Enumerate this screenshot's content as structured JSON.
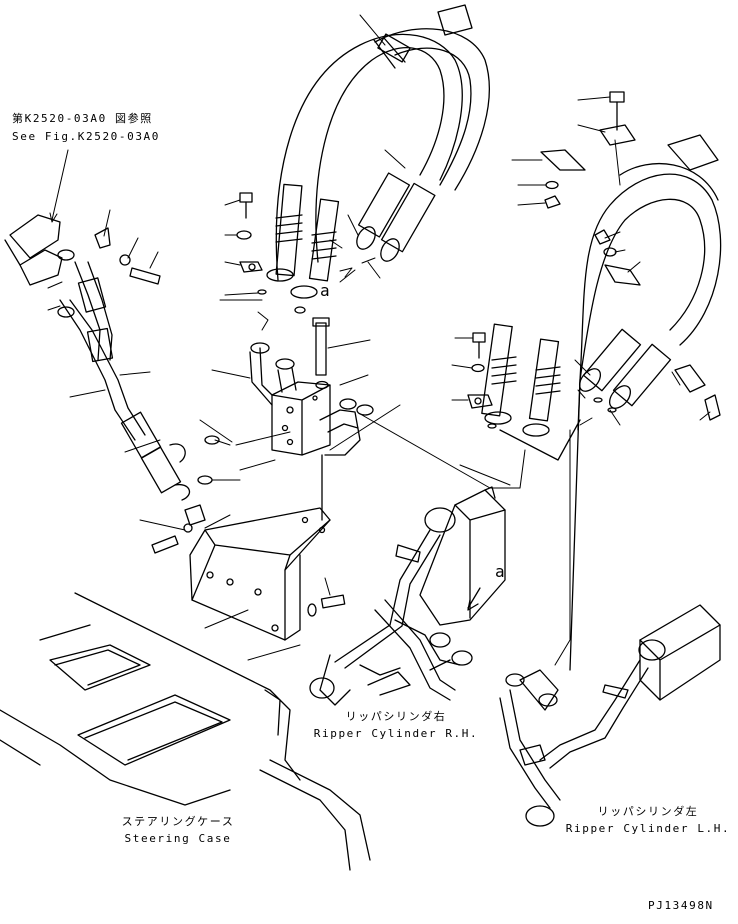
{
  "labels": {
    "reference_jp": "第K2520-03A0 図参照",
    "reference_en": "See Fig.K2520-03A0",
    "marker_top": "a",
    "marker_cyl": "a",
    "ripper_rh_jp": "リッパシリンダ右",
    "ripper_rh_en": "Ripper Cylinder R.H.",
    "ripper_lh_jp": "リッパシリンダ左",
    "ripper_lh_en": "Ripper Cylinder L.H.",
    "steering_jp": "ステアリングケース",
    "steering_en": "Steering Case",
    "drawing_code": "PJ13498N"
  },
  "colors": {
    "ink": "#000000",
    "paper": "#ffffff"
  }
}
